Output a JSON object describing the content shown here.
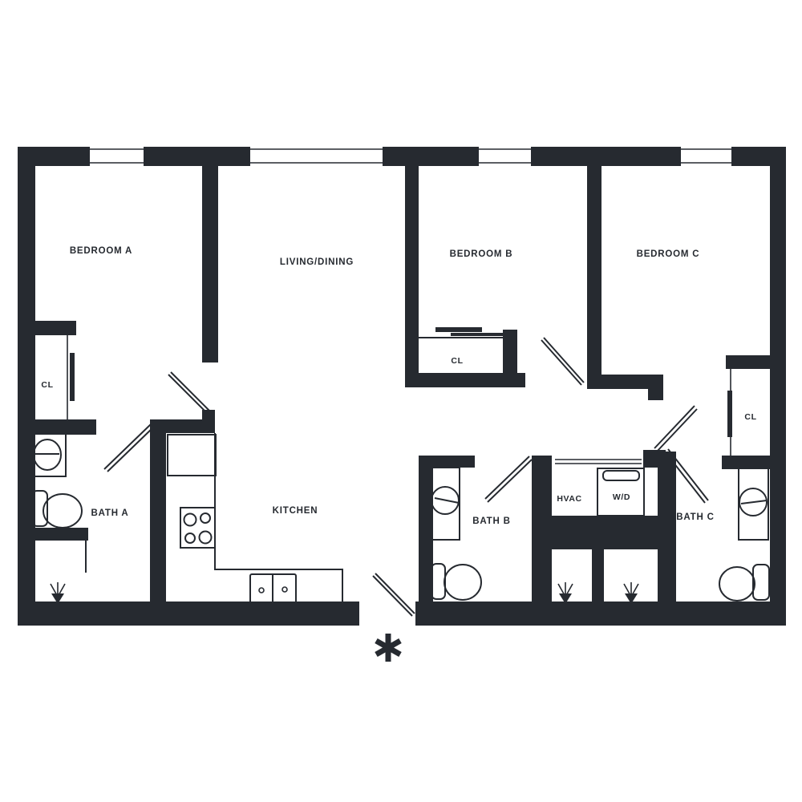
{
  "colors": {
    "ink": "#262A30",
    "background": "#FFFFFF"
  },
  "labels": {
    "bedroom_a": "BEDROOM A",
    "living_dining": "LIVING/DINING",
    "bedroom_b": "BEDROOM B",
    "bedroom_c": "BEDROOM C",
    "kitchen": "KITCHEN",
    "bath_a": "BATH A",
    "bath_b": "BATH B",
    "bath_c": "BATH C",
    "hvac": "HVAC",
    "washer_dryer": "W/D",
    "closet_a": "CL",
    "closet_b": "CL",
    "closet_c": "CL"
  },
  "symbols": {
    "entry_marker": "asterisk",
    "shower_heads": 3,
    "toilets": 3,
    "sinks": 3,
    "kitchen_sink": "double-basin",
    "stove_burners": 4
  }
}
